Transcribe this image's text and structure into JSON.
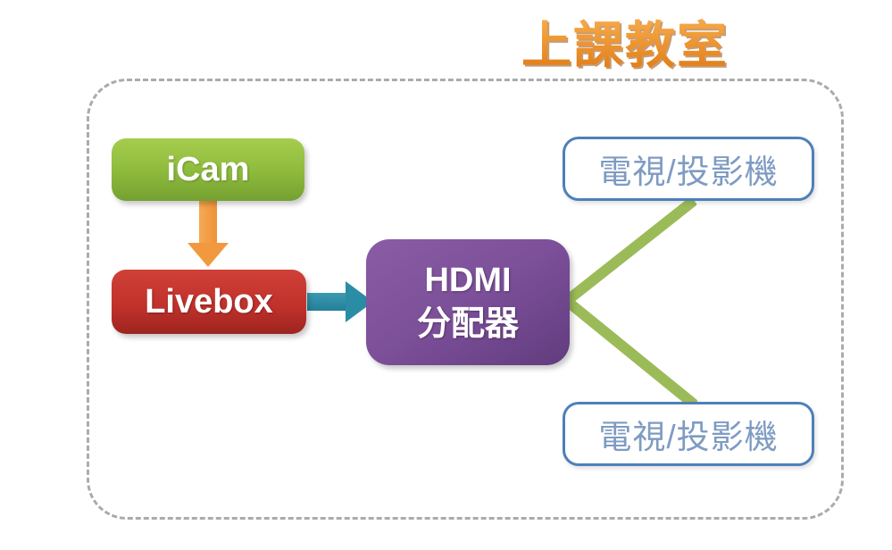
{
  "title": {
    "text": "上課教室",
    "color_top": "#F9B45B",
    "color_bottom": "#DD7612"
  },
  "diagram": {
    "boundary": {
      "style": "dashed",
      "border_color": "#ABABAB"
    },
    "nodes": {
      "icam": {
        "label": "iCam",
        "color_top": "#A6CD4D",
        "color_bottom": "#74A031",
        "text_color": "#FFFFFF"
      },
      "livebox": {
        "label": "Livebox",
        "color_top": "#CF4038",
        "color_bottom": "#9E2420",
        "text_color": "#FFFFFF"
      },
      "hdmi": {
        "label_line1": "HDMI",
        "label_line2": "分配器",
        "color_top": "#8A5CA6",
        "color_bottom": "#613C7E",
        "text_color": "#FFFFFF"
      },
      "tv_top": {
        "label": "電視/投影機",
        "border_color": "#4E7FBA",
        "text_color": "#7E9BC2",
        "background": "#FFFFFF"
      },
      "tv_bottom": {
        "label": "電視/投影機",
        "border_color": "#4E7FBA",
        "text_color": "#7E9BC2",
        "background": "#FFFFFF"
      }
    },
    "connectors": {
      "icam_to_livebox": {
        "type": "arrow-down",
        "color": "#F2983F"
      },
      "livebox_to_hdmi": {
        "type": "arrow-right",
        "color": "#2B8DA5"
      },
      "hdmi_to_tv_top": {
        "type": "line",
        "color": "#9BBB59"
      },
      "hdmi_to_tv_bottom": {
        "type": "line",
        "color": "#9BBB59"
      }
    }
  }
}
